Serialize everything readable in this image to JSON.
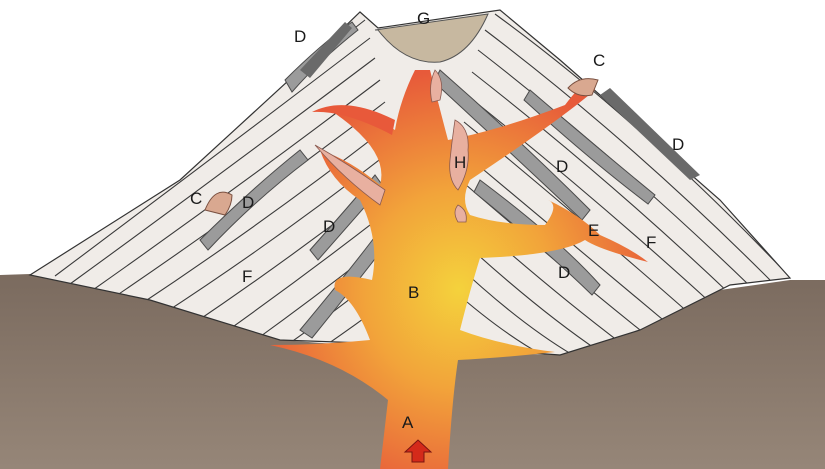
{
  "diagram": {
    "labels": {
      "A": "A",
      "B": "B",
      "C": "C",
      "D": "D",
      "E": "E",
      "F": "F",
      "G": "G",
      "H": "H"
    }
  },
  "colors": {
    "ground": "#857568",
    "cone_fill": "#f0ece8",
    "layer_lines": "#3a3a3a",
    "old_lava_bands": "#9a9a9a",
    "crater": "#c7b8a0",
    "magma_outer": "#e8593a",
    "magma_inner": "#f4c83a",
    "sill_light": "#e8b0a0",
    "arrow": "#d42a1a"
  }
}
